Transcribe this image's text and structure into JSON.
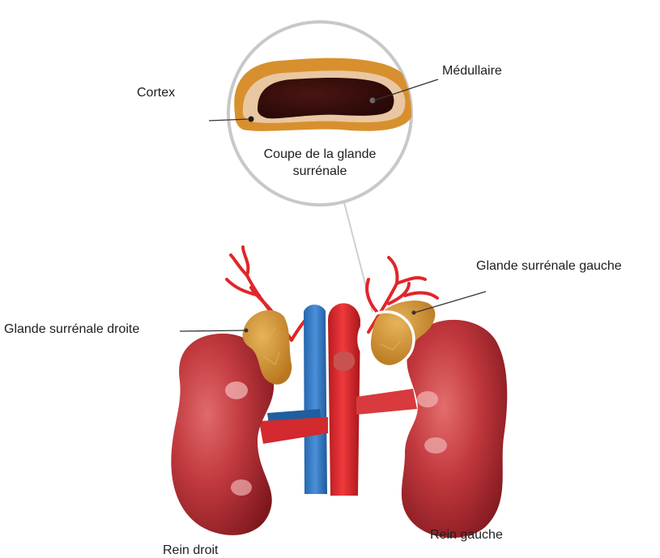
{
  "labels": {
    "cortex": "Cortex",
    "medulla": "Médullaire",
    "section_line1": "Coupe de la glande",
    "section_line2": "surrénale",
    "left_gland": "Glande surrénale gauche",
    "right_gland": "Glande surrénale droite",
    "right_kidney": "Rein droit",
    "left_kidney": "Rein gauche"
  },
  "colors": {
    "kidney": "#b82d33",
    "kidney_dark": "#8c1e24",
    "adrenal": "#d79a3a",
    "artery": "#e0262a",
    "vein": "#2f78c4",
    "cortex_outer": "#d8902e",
    "cortex_inner": "#e9c7a2",
    "medulla": "#3a0f0d",
    "magnifier_ring": "#c8c8c8"
  }
}
